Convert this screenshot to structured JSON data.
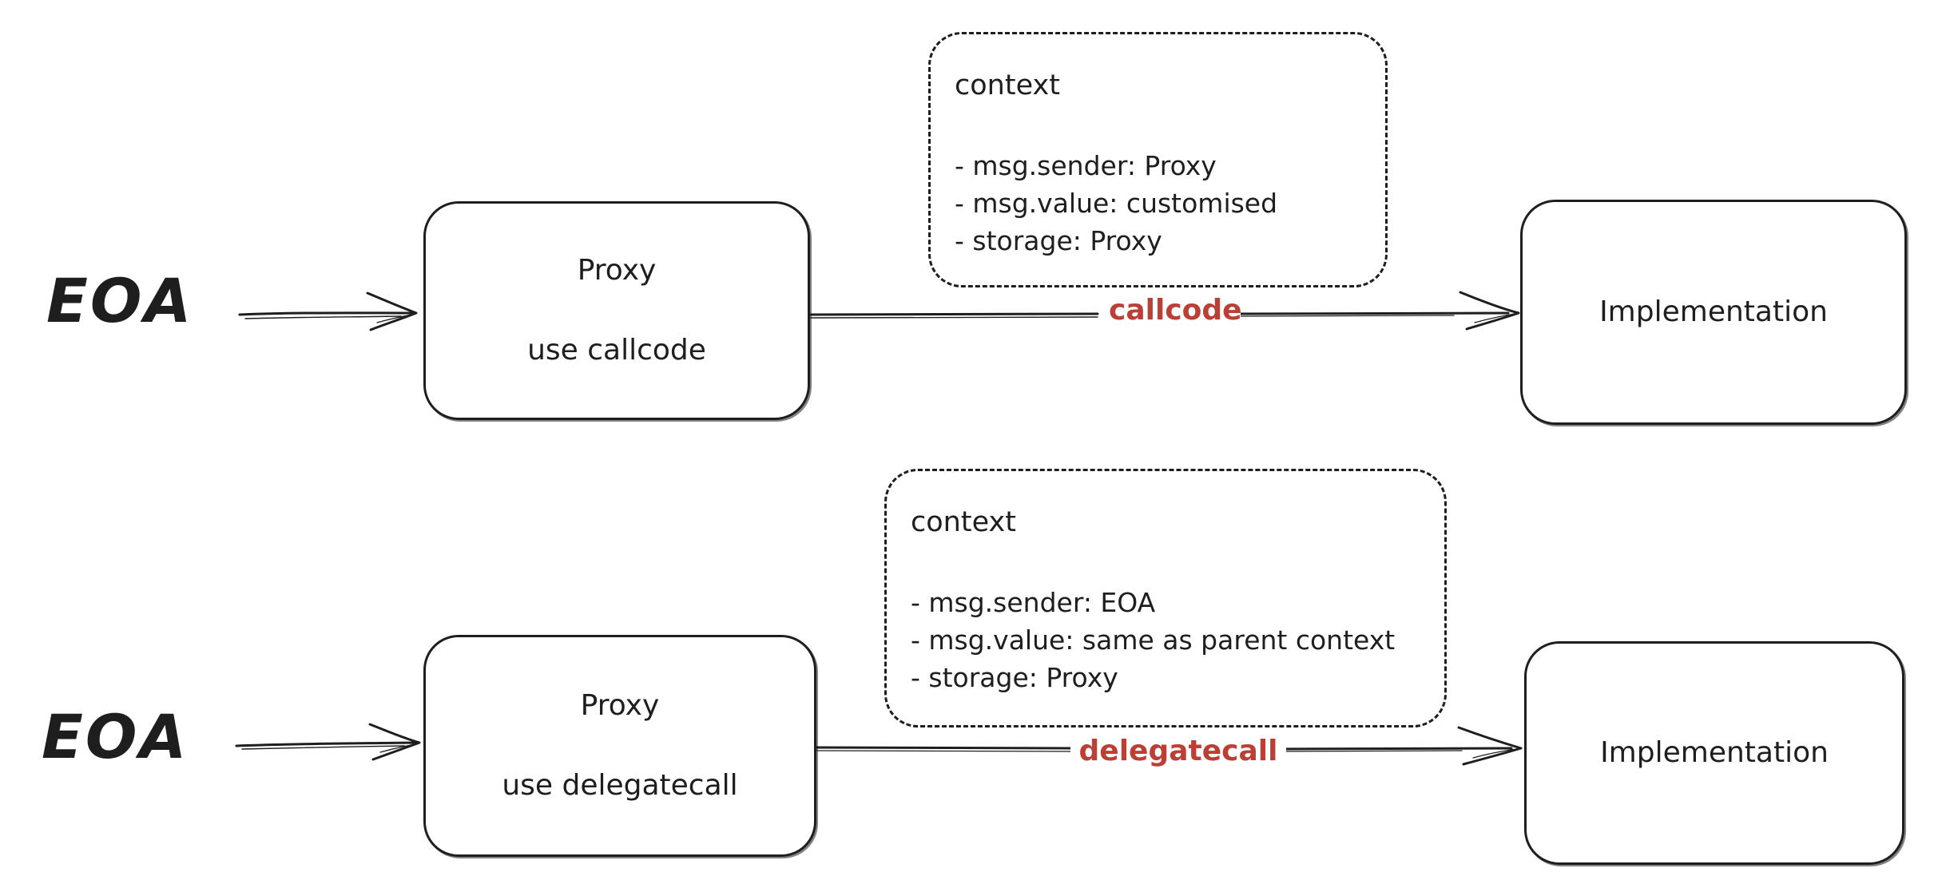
{
  "colors": {
    "call_label": "#bc3f36",
    "stroke": "#1e1e1e",
    "background": "#ffffff"
  },
  "flows": [
    {
      "source_label": "EOA",
      "proxy_node": {
        "line1": "Proxy",
        "line2": "use callcode"
      },
      "call_label": "callcode",
      "target_label": "Implementation",
      "context": {
        "title": "context",
        "items": [
          "- msg.sender: Proxy",
          "- msg.value: customised",
          "- storage: Proxy"
        ]
      }
    },
    {
      "source_label": "EOA",
      "proxy_node": {
        "line1": "Proxy",
        "line2": "use delegatecall"
      },
      "call_label": "delegatecall",
      "target_label": "Implementation",
      "context": {
        "title": "context",
        "items": [
          "- msg.sender: EOA",
          "- msg.value: same as parent context",
          "- storage: Proxy"
        ]
      }
    }
  ]
}
